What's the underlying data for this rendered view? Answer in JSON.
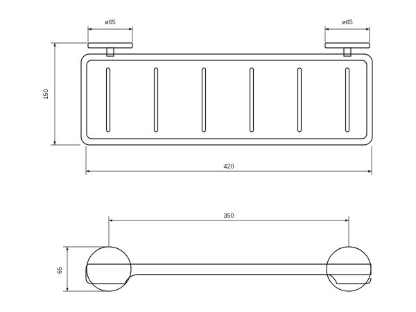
{
  "drawing": {
    "top_view": {
      "dim_left_flange_diameter": "ø65",
      "dim_right_flange_diameter": "ø65",
      "dim_height": "150",
      "dim_overall_width": "420",
      "slot_count": 6
    },
    "front_view": {
      "dim_mount_spacing": "350",
      "dim_flange_height": "65"
    }
  }
}
